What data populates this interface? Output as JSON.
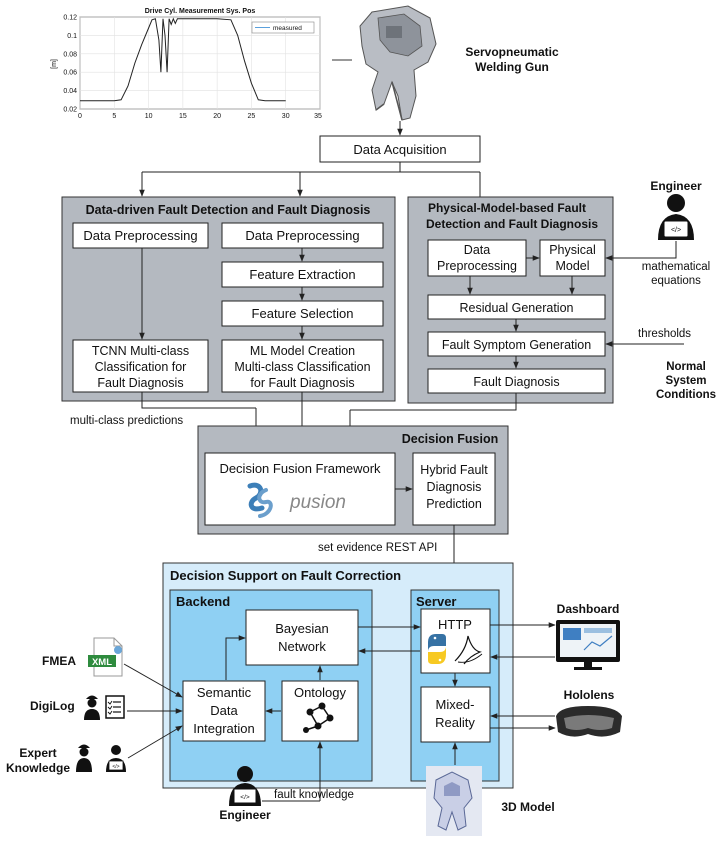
{
  "plot": {
    "title": "Drive Cyl. Measurement Sys. Pos",
    "ylabel": "[m]",
    "legend": "measured",
    "yticks": [
      "0.12",
      "0.1",
      "0.08",
      "0.06",
      "0.04",
      "0.02"
    ],
    "xticks": [
      "0",
      "5",
      "10",
      "15",
      "20",
      "25",
      "30",
      "35"
    ]
  },
  "chart_data": {
    "type": "line",
    "title": "Drive Cyl. Measurement Sys. Pos",
    "ylabel": "[m]",
    "xlabel": "",
    "xlim": [
      0,
      35
    ],
    "ylim": [
      0.02,
      0.12
    ],
    "series": [
      {
        "name": "measured",
        "x": [
          0,
          5,
          6,
          7,
          8,
          9,
          10,
          10.5,
          11,
          11.5,
          11.8,
          12.1,
          12.4,
          12.7,
          13.0,
          13.3,
          13.6,
          13.9,
          14.2,
          16,
          20,
          22,
          23,
          24,
          25,
          26,
          27,
          30
        ],
        "y": [
          0.029,
          0.029,
          0.03,
          0.045,
          0.07,
          0.09,
          0.108,
          0.117,
          0.118,
          0.095,
          0.06,
          0.118,
          0.1,
          0.06,
          0.118,
          0.112,
          0.118,
          0.113,
          0.118,
          0.118,
          0.118,
          0.117,
          0.1,
          0.072,
          0.048,
          0.03,
          0.029,
          0.029
        ]
      }
    ]
  },
  "labels": {
    "welding_gun": [
      "Servopneumatic",
      "Welding Gun"
    ],
    "data_acquisition": "Data Acquisition",
    "data_driven_title": "Data-driven Fault Detection and Fault Diagnosis",
    "data_preprocessing": "Data Preprocessing",
    "feature_extraction": "Feature Extraction",
    "feature_selection": "Feature Selection",
    "tcnn": [
      "TCNN Multi-class",
      "Classification for",
      "Fault Diagnosis"
    ],
    "ml_model": [
      "ML Model Creation",
      "Multi-class Classification",
      "for Fault Diagnosis"
    ],
    "physical_title": [
      "Physical-Model-based Fault",
      "Detection and Fault Diagnosis"
    ],
    "phys_data_preprocessing": [
      "Data",
      "Preprocessing"
    ],
    "physical_model": [
      "Physical",
      "Model"
    ],
    "residual_generation": "Residual Generation",
    "fault_symptom_generation": "Fault Symptom Generation",
    "fault_diagnosis": "Fault Diagnosis",
    "engineer": "Engineer",
    "mathematical_equations": [
      "mathematical",
      "equations"
    ],
    "thresholds": "thresholds",
    "normal_conditions": [
      "Normal",
      "System",
      "Conditions"
    ],
    "multi_class_predictions": "multi-class predictions",
    "decision_fusion_title": "Decision Fusion",
    "decision_fusion_framework": "Decision Fusion Framework",
    "pusion": "pusion",
    "hybrid": [
      "Hybrid Fault",
      "Diagnosis",
      "Prediction"
    ],
    "rest_api": "set evidence REST API",
    "support_title": "Decision Support on Fault Correction",
    "backend": "Backend",
    "server": "Server",
    "bayesian_network": [
      "Bayesian",
      "Network"
    ],
    "http": "HTTP",
    "semantic": [
      "Semantic",
      "Data",
      "Integration"
    ],
    "ontology": "Ontology",
    "mixed_reality": [
      "Mixed-",
      "Reality"
    ],
    "fmea": "FMEA",
    "xml": "XML",
    "digilog": "DigiLog",
    "expert_knowledge": [
      "Expert",
      "Knowledge"
    ],
    "dashboard": "Dashboard",
    "hololens": "Hololens",
    "model_3d": "3D Model",
    "fault_knowledge": "fault knowledge",
    "engineer_bottom": "Engineer",
    "code_glyph": "</>"
  },
  "colors": {
    "gray_panel": "#b4b9c0",
    "light_blue_panel": "#d6ecfa",
    "blue_panel": "#8fd0f3",
    "plot_line": "#5aa0dc"
  }
}
